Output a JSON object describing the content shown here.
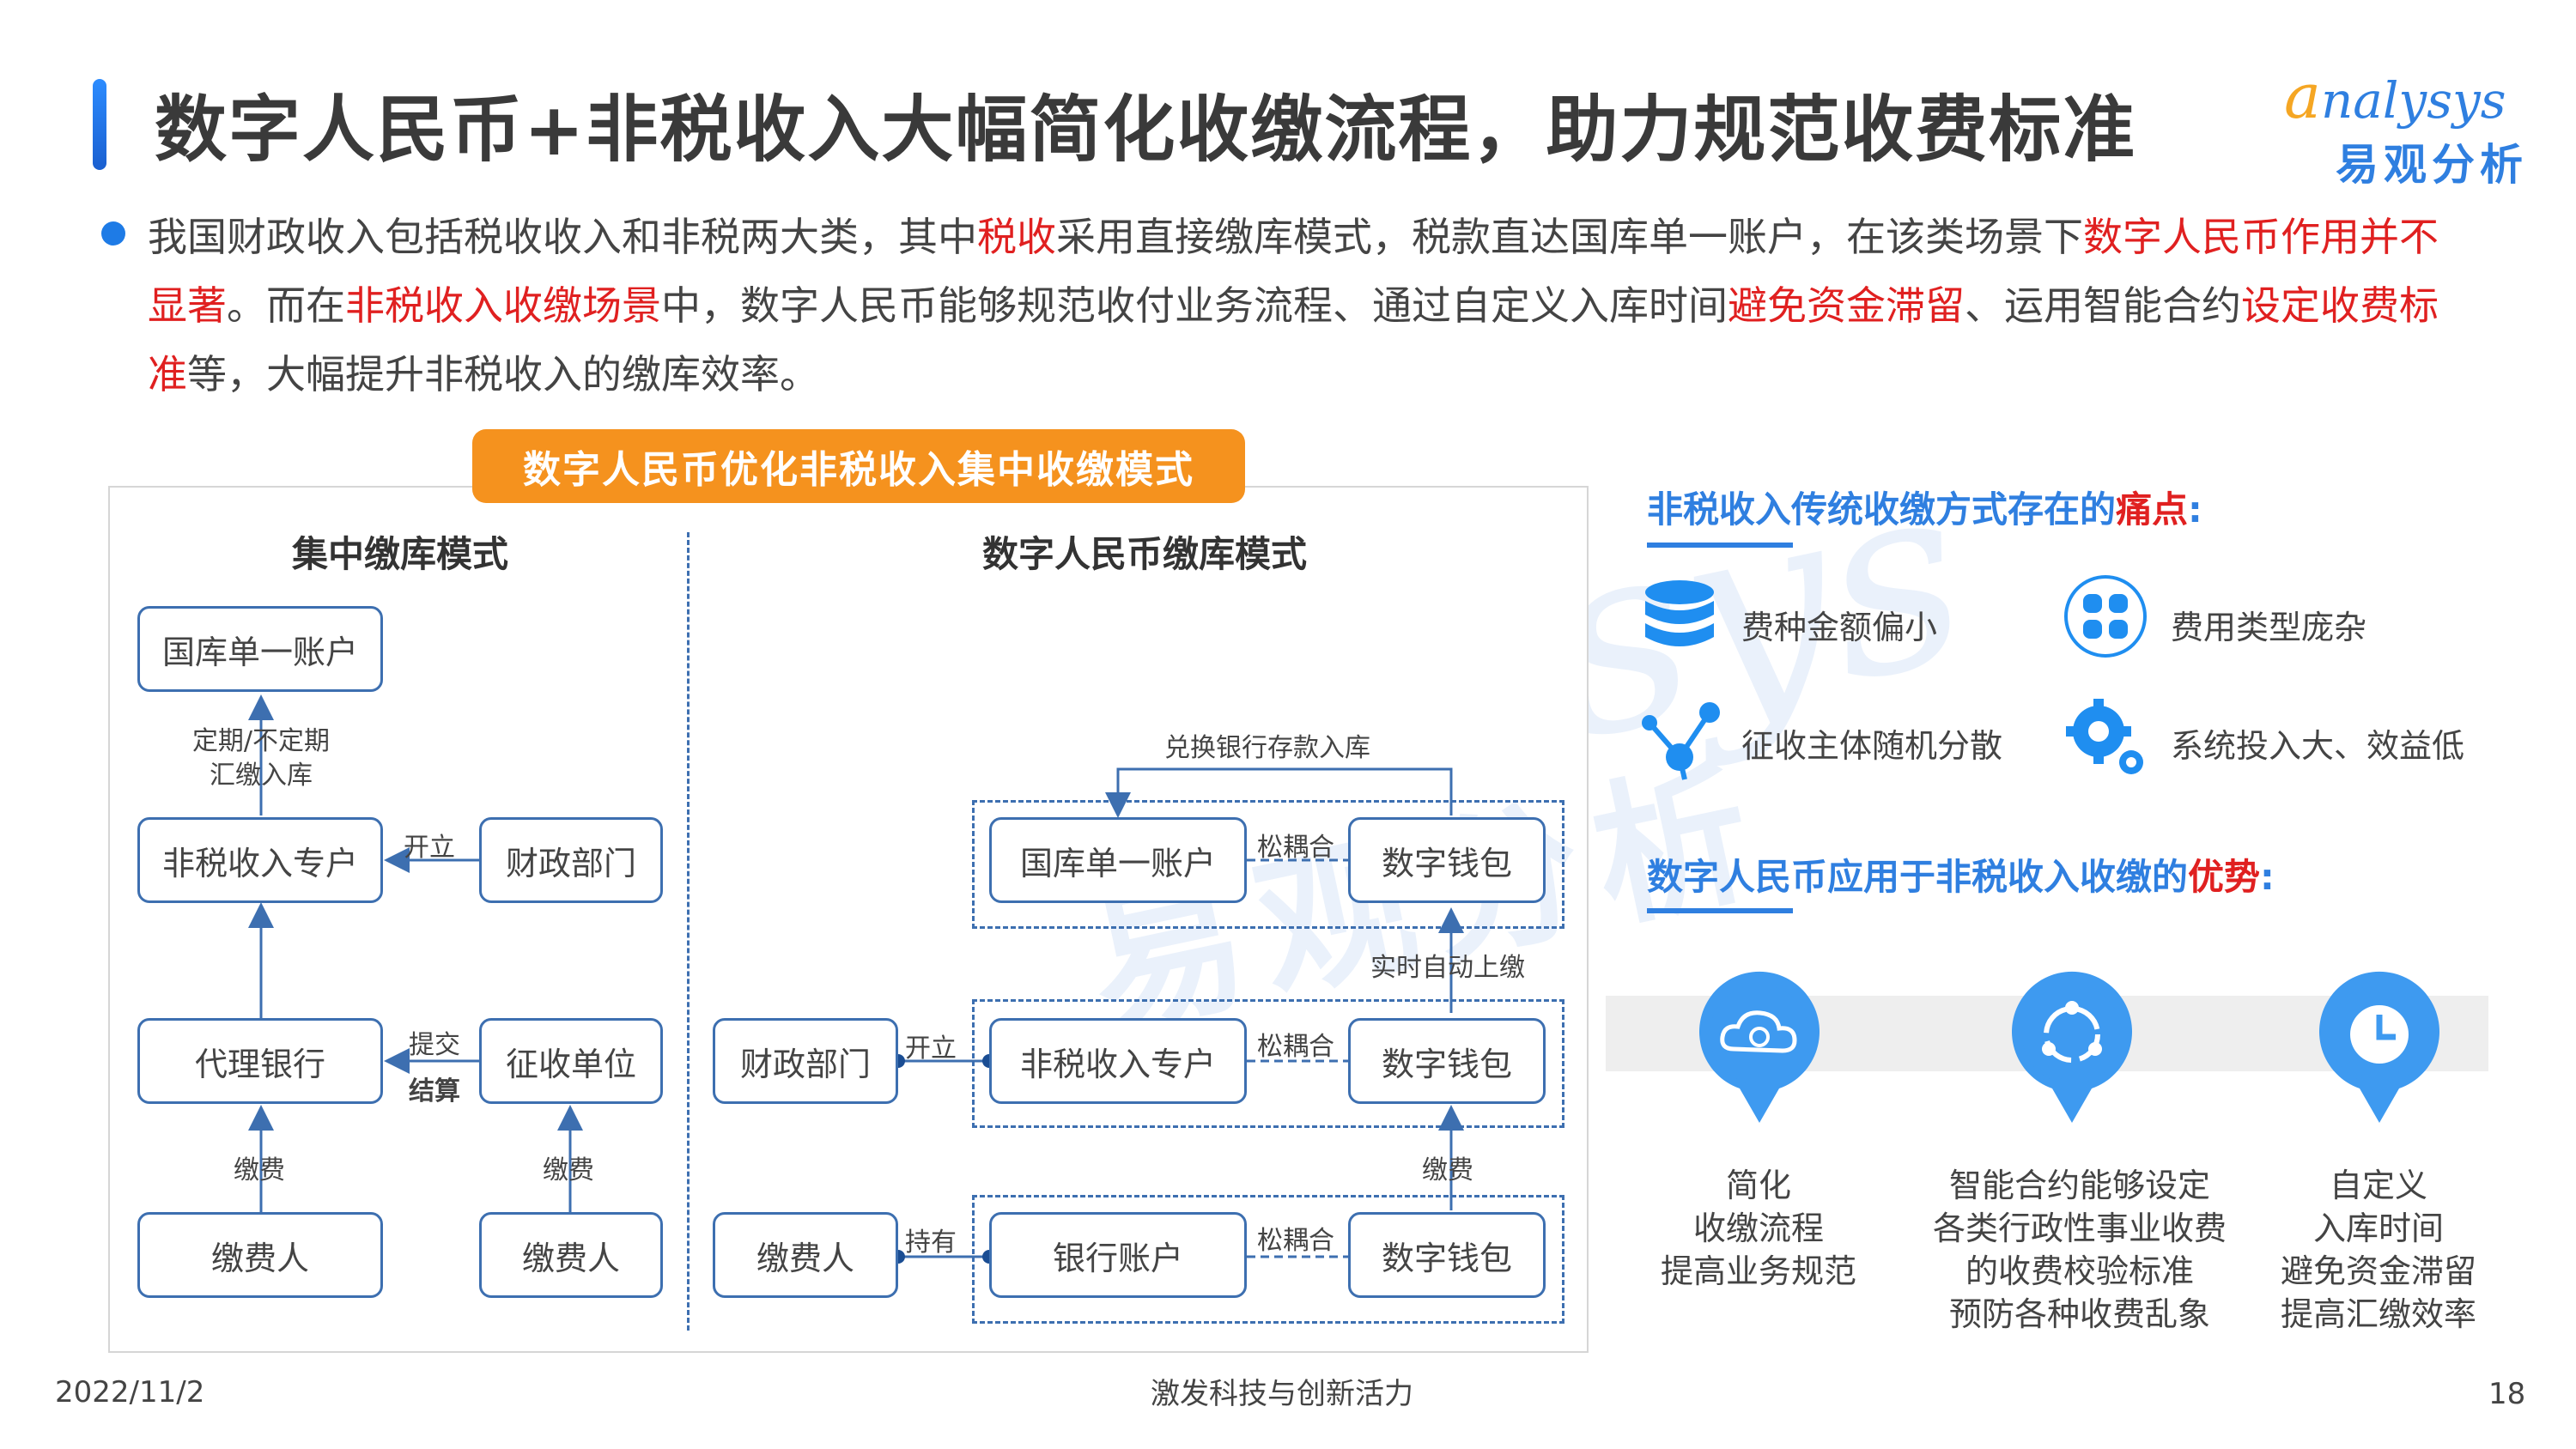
{
  "title": "数字人民币+非税收入大幅简化收缴流程，助力规范收费标准",
  "logo": {
    "en_first": "a",
    "en_rest": "nalysys",
    "cn": "易观分析"
  },
  "watermark": {
    "en": "analysys",
    "cn": "易观分析"
  },
  "paragraph": [
    {
      "t": "我国财政收入包括税收收入和非税两大类，其中",
      "red": false
    },
    {
      "t": "税收",
      "red": true
    },
    {
      "t": "采用直接缴库模式，税款直达国库单一账户，在该类场景下",
      "red": false
    },
    {
      "t": "数字人民币作用并不显著",
      "red": true
    },
    {
      "t": "。而在",
      "red": false
    },
    {
      "t": "非税收入收缴场景",
      "red": true
    },
    {
      "t": "中，数字人民币能够规范收付业务流程、通过自定义入库时间",
      "red": false
    },
    {
      "t": "避免资金滞留",
      "red": true
    },
    {
      "t": "、运用智能合约",
      "red": false
    },
    {
      "t": "设定收费标准",
      "red": true
    },
    {
      "t": "等，大幅提升非税收入的缴库效率。",
      "red": false
    }
  ],
  "diagram": {
    "banner": "数字人民币优化非税收入集中收缴模式",
    "left": {
      "heading": "集中缴库模式",
      "treasury": "国库单一账户",
      "periodic": [
        "定期/不定期",
        "汇缴入库"
      ],
      "nontax_account": "非税收入专户",
      "open": "开立",
      "finance": "财政部门",
      "agent_bank": "代理银行",
      "submit": "提交",
      "settle": "结算",
      "collector": "征收单位",
      "pay_label": "缴费",
      "payer": "缴费人"
    },
    "right": {
      "heading": "数字人民币缴库模式",
      "exchange": "兑换银行存款入库",
      "treasury": "国库单一账户",
      "loose": "松耦合",
      "wallet": "数字钱包",
      "realtime": "实时自动上缴",
      "finance": "财政部门",
      "open": "开立",
      "nontax_account": "非税收入专户",
      "pay_label": "缴费",
      "payer": "缴费人",
      "hold": "持有",
      "bank_account": "银行账户"
    }
  },
  "pain_points": {
    "heading_pre": "非税收入传统收缴方式存在的",
    "heading_red": "痛点",
    "heading_post": ":",
    "items": [
      {
        "icon": "database-icon",
        "text": "费种金额偏小"
      },
      {
        "icon": "grid-icon",
        "text": "费用类型庞杂"
      },
      {
        "icon": "network-icon",
        "text": "征收主体随机分散"
      },
      {
        "icon": "gears-icon",
        "text": "系统投入大、效益低"
      }
    ]
  },
  "advantages": {
    "heading_pre": "数字人民币应用于非税收入收缴的",
    "heading_red": "优势",
    "heading_post": ":",
    "items": [
      {
        "icon": "cloud-brain-icon",
        "lines": [
          "简化",
          "收缴流程",
          "提高业务规范"
        ]
      },
      {
        "icon": "cycle-icon",
        "lines": [
          "智能合约能够设定",
          "各类行政性事业收费",
          "的收费校验标准",
          "预防各种收费乱象"
        ]
      },
      {
        "icon": "clock-icon",
        "lines": [
          "自定义",
          "入库时间",
          "避免资金滞留",
          "提高汇缴效率"
        ]
      }
    ]
  },
  "footer": {
    "date": "2022/11/2",
    "slogan": "激发科技与创新活力",
    "page": "18"
  },
  "colors": {
    "accent_blue": "#2f7fe0",
    "highlight_red": "#e02020",
    "banner_orange": "#f5921e",
    "box_border": "#3d6fb0"
  }
}
